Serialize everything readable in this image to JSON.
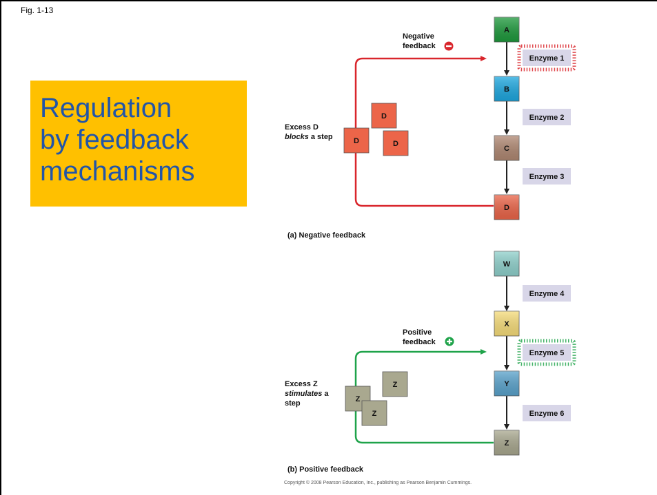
{
  "figure_id": "Fig. 1-13",
  "title_lines": [
    "Regulation",
    "by feedback",
    "mechanisms"
  ],
  "negative_panel": {
    "caption": "(a) Negative feedback",
    "feedback_label_lines": [
      "Negative",
      "feedback"
    ],
    "excess_label_lines": [
      "Excess D",
      "blocks",
      "a step"
    ],
    "nodes": [
      "A",
      "B",
      "C",
      "D"
    ],
    "node_colors": [
      "#1e9a3c",
      "#1ea8e0",
      "#b08872",
      "#ec6549"
    ],
    "excess_molecules": [
      "D",
      "D",
      "D"
    ],
    "enzymes": [
      "Enzyme 1",
      "Enzyme 2",
      "Enzyme 3"
    ],
    "feedback_color": "#d9262c",
    "sign_icon": "minus-circle-icon"
  },
  "positive_panel": {
    "caption": "(b) Positive feedback",
    "feedback_label_lines": [
      "Positive",
      "feedback"
    ],
    "excess_label_lines": [
      "Excess Z",
      "stimulates",
      "a",
      "step"
    ],
    "nodes": [
      "W",
      "X",
      "Y",
      "Z"
    ],
    "node_colors": [
      "#8fd1cc",
      "#f7dd7a",
      "#5aa3cc",
      "#a9a88f"
    ],
    "excess_molecules": [
      "Z",
      "Z",
      "Z"
    ],
    "enzymes": [
      "Enzyme 4",
      "Enzyme 5",
      "Enzyme 6"
    ],
    "feedback_color": "#1fa34a",
    "sign_icon": "plus-circle-icon"
  },
  "copyright": "Copyright © 2008 Pearson Education, Inc., publishing as Pearson Benjamin Cummings."
}
